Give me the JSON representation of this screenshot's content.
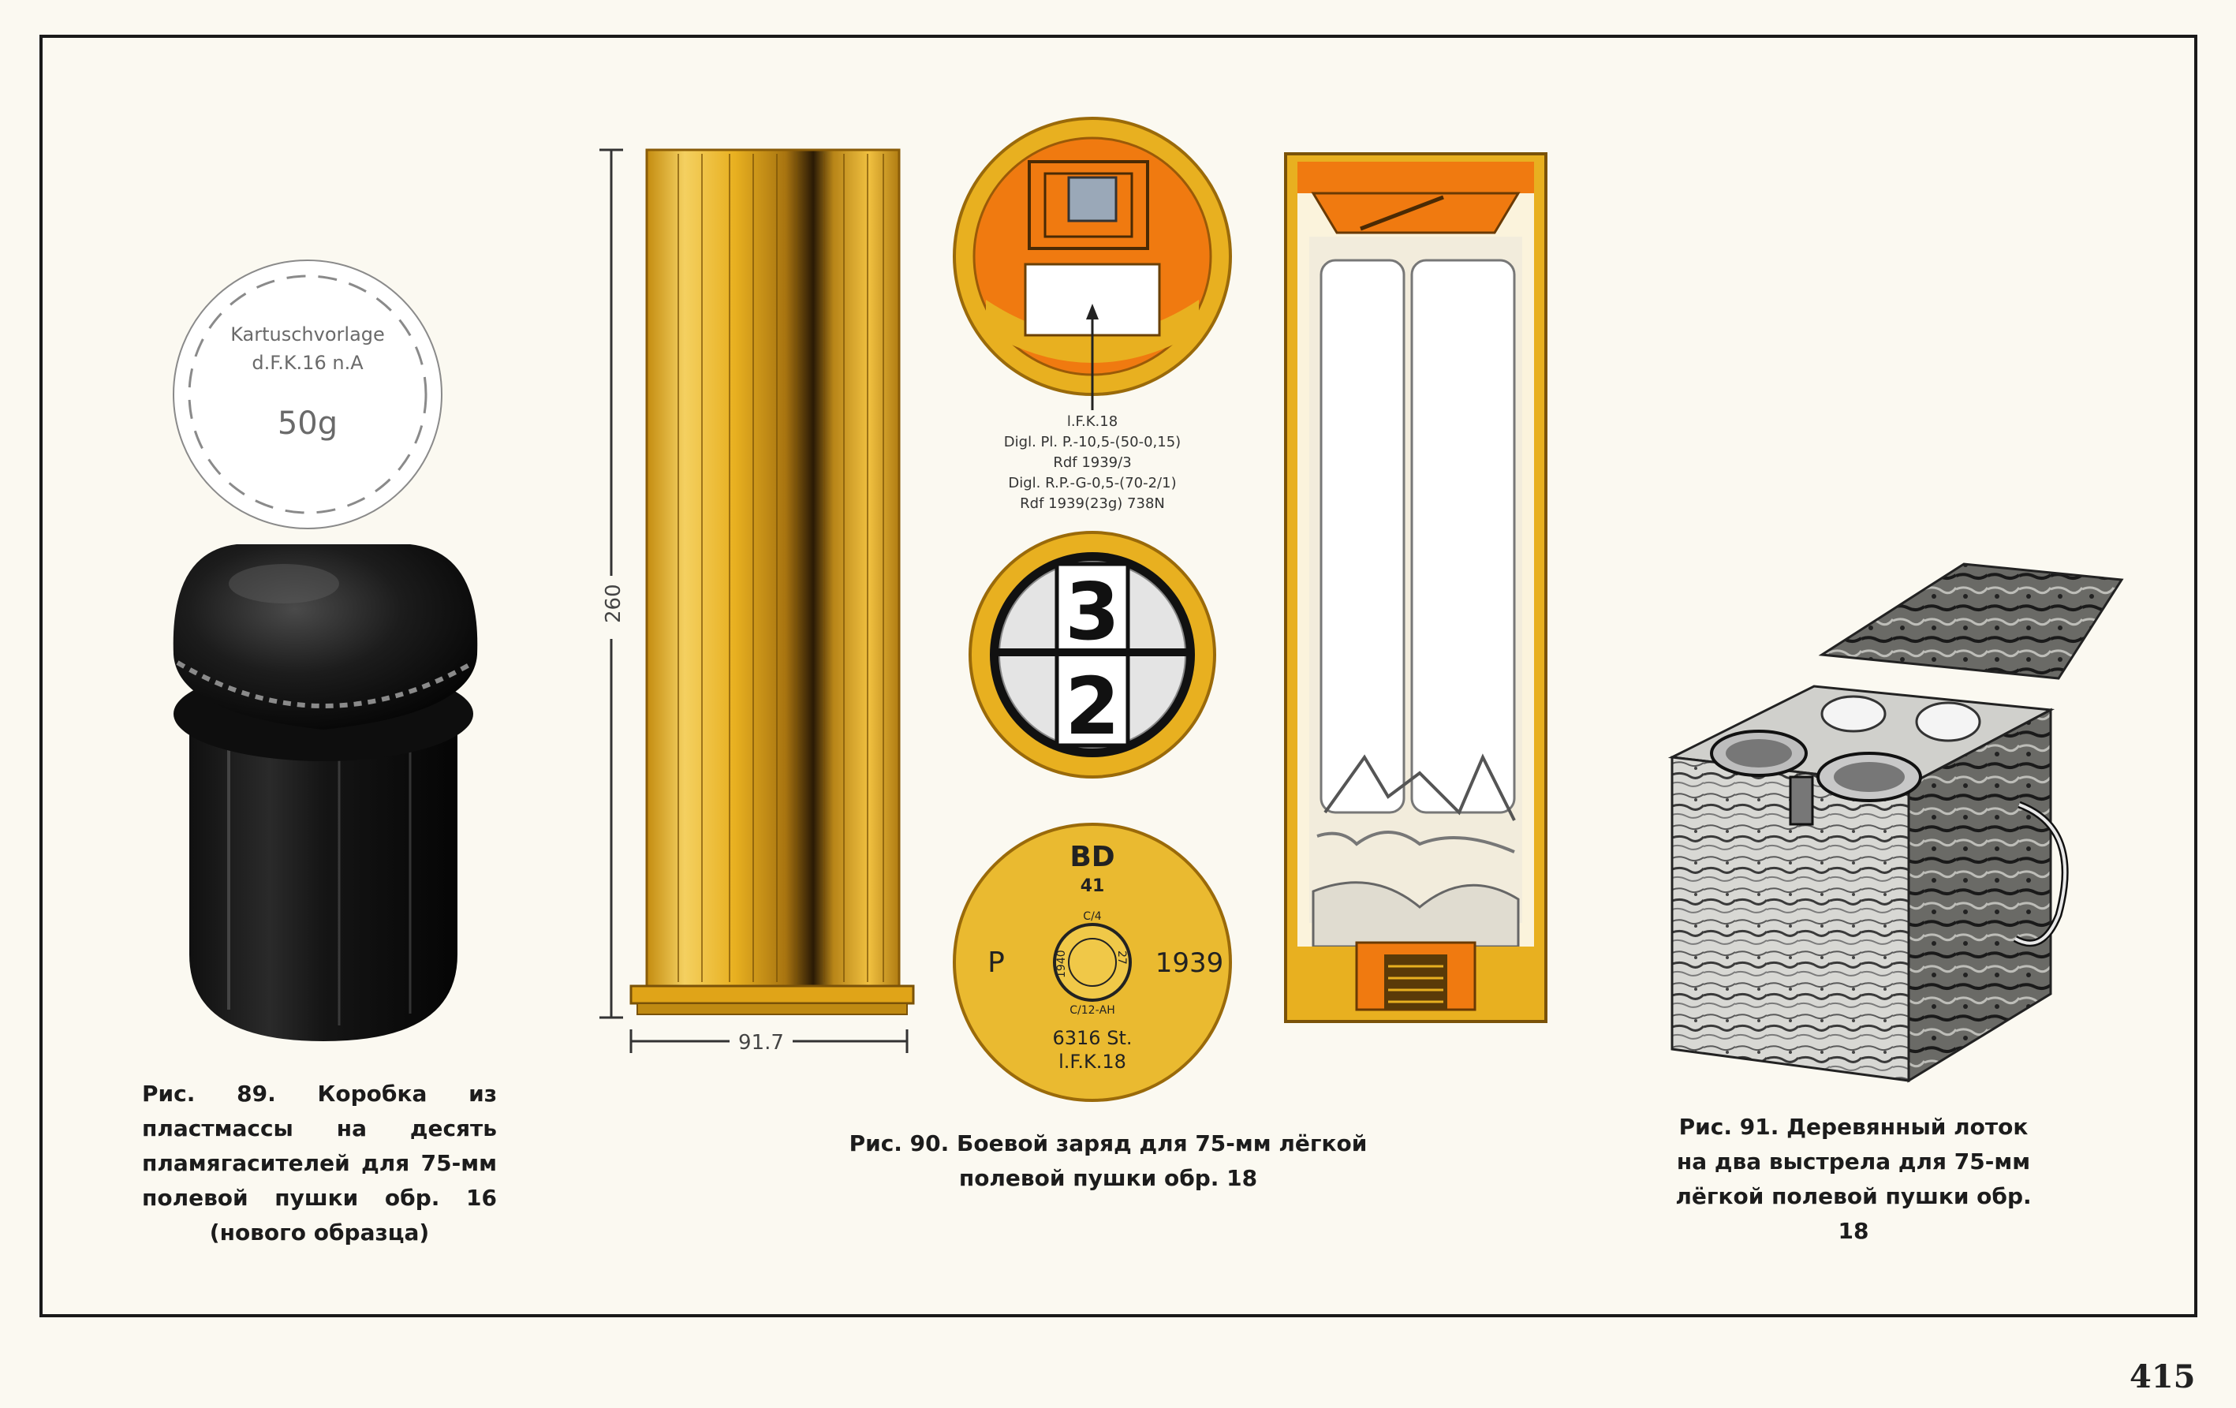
{
  "page_number": "415",
  "fig89": {
    "caption": "Рис. 89. Коробка из пластмассы на десять пламягасителей для 75-мм полевой пушки обр. 16 (нового образца)",
    "label_line1": "Kartuschvorlage",
    "label_line2": "d.F.K.16 n.A",
    "label_weight": "50g"
  },
  "fig90": {
    "caption": "Рис. 90. Боевой заряд для 75-мм лёгкой полевой пушки обр. 18",
    "dim_height": "260",
    "dim_width": "91.7",
    "marking_lines": [
      "l.F.K.18",
      "Digl. Pl. P.-10,5-(50-0,15)",
      "Rdf 1939/3",
      "Digl. R.P.-G-0,5-(70-2/1)",
      "Rdf 1939(23g) 738N"
    ],
    "charge_top": "3",
    "charge_bottom": "2",
    "base_mark_top": "BD",
    "base_mark_num": "41",
    "base_left": "P",
    "base_right": "1939",
    "primer_top": "С/4",
    "primer_left": "1940",
    "primer_right": "27",
    "primer_bottom": "С/12-АН",
    "base_line1": "6316 St.",
    "base_line2": "l.F.K.18"
  },
  "fig91": {
    "caption": "Рис. 91. Деревянный лоток на два выстрела для 75-мм лёгкой полевой пушки обр. 18"
  },
  "colors": {
    "brass": "#e8b020",
    "brass_dark": "#a87810",
    "orange": "#f07a10",
    "ink": "#1c1c1c",
    "paper": "#fbf9f1"
  }
}
